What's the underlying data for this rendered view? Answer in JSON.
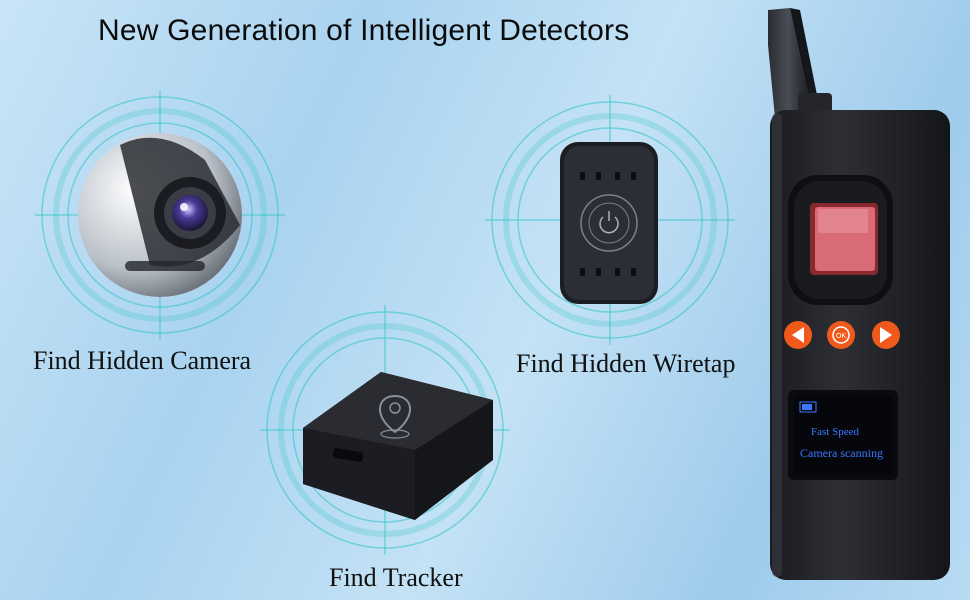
{
  "headline": "New Generation of Intelligent Detectors",
  "captions": {
    "camera": "Find Hidden Camera",
    "wiretap": "Find Hidden Wiretap",
    "tracker": "Find Tracker"
  },
  "device": {
    "battery_label": "",
    "lcd_line1": "Fast Speed",
    "lcd_line2": "Camera scanning",
    "button_center_label": "OK"
  },
  "colors": {
    "accent_orange": "#ef5a1c",
    "ring_teal": "#2ec4c4",
    "lcd_text": "#3a78ff"
  }
}
